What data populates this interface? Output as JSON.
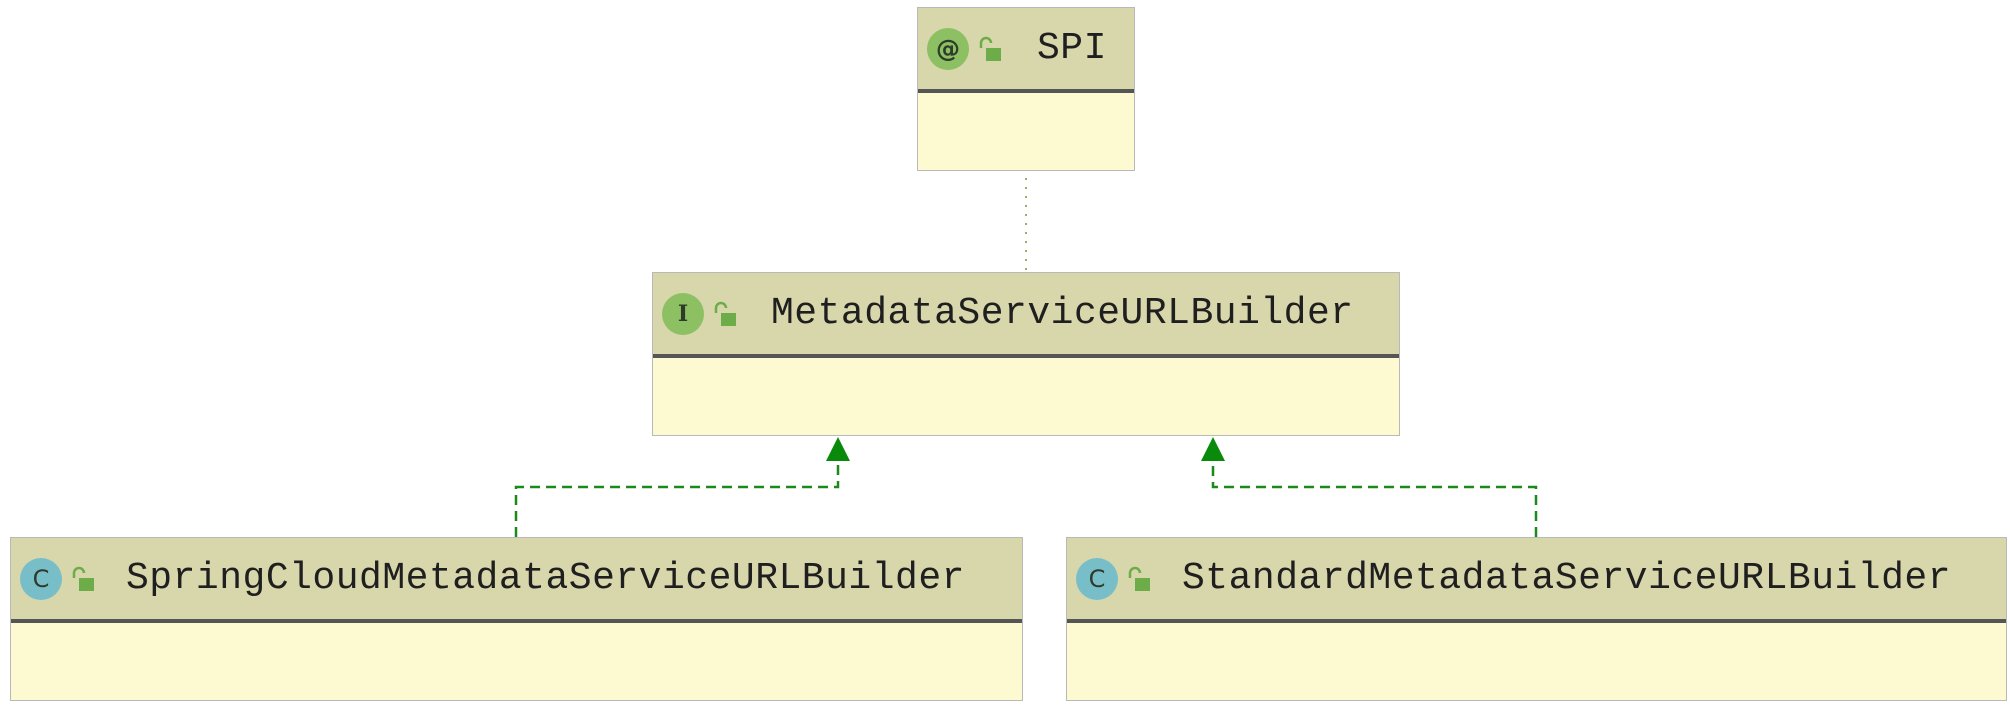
{
  "nodes": [
    {
      "id": "spi",
      "name": "SPI",
      "kind": "annotation",
      "kind_letter": "@",
      "visibility": "public"
    },
    {
      "id": "msub",
      "name": "MetadataServiceURLBuilder",
      "kind": "interface",
      "kind_letter": "I",
      "visibility": "public"
    },
    {
      "id": "scmsub",
      "name": "SpringCloudMetadataServiceURLBuilder",
      "kind": "class",
      "kind_letter": "C",
      "visibility": "public"
    },
    {
      "id": "smsub",
      "name": "StandardMetadataServiceURLBuilder",
      "kind": "class",
      "kind_letter": "C",
      "visibility": "public"
    }
  ],
  "edges": [
    {
      "from": "spi",
      "to": "msub",
      "type": "annotation-usage"
    },
    {
      "from": "scmsub",
      "to": "msub",
      "type": "implements"
    },
    {
      "from": "smsub",
      "to": "msub",
      "type": "implements"
    }
  ],
  "colors": {
    "header": "#d8d6ab",
    "body": "#fdfad2",
    "implements": "#1a8a1a",
    "annotation_link": "#a6a86a",
    "annotation_icon": "#8cc063",
    "interface_icon": "#8cc063",
    "class_icon": "#78bec9",
    "lock_icon": "#6cad4a"
  }
}
